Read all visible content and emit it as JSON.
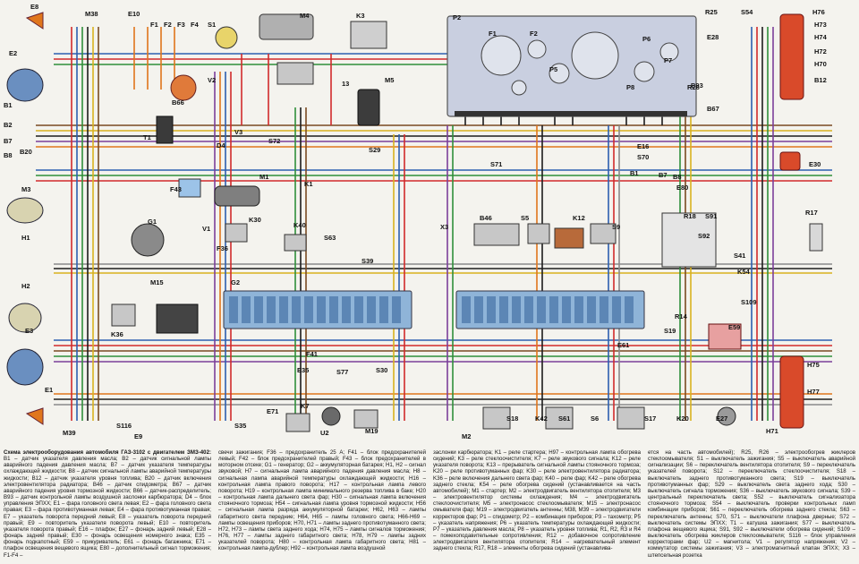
{
  "components": {
    "left": [
      "E8",
      "M38",
      "E10",
      "F1",
      "F2",
      "F3",
      "F4",
      "E2",
      "B1",
      "B2",
      "B7",
      "B8",
      "B20",
      "M3",
      "H1",
      "H2",
      "E3",
      "E1",
      "M39",
      "E9",
      "S116"
    ],
    "center": [
      "S1",
      "M4",
      "K3",
      "M5",
      "13",
      "V2",
      "B66",
      "T1",
      "D4",
      "V3",
      "S72",
      "S29",
      "F43",
      "M1",
      "K1",
      "K30",
      "V1",
      "F36",
      "G1",
      "K40",
      "K36",
      "M15",
      "G2",
      "F41",
      "E35",
      "S77",
      "E71",
      "S35",
      "K7",
      "U2",
      "M19",
      "S63",
      "S39",
      "S30",
      "X3",
      "B46",
      "S5",
      "K12",
      "S9"
    ],
    "right": [
      "P2",
      "F1",
      "F2",
      "P5",
      "P6",
      "P7",
      "P8",
      "R26",
      "R25",
      "S54",
      "E28",
      "H76",
      "H73",
      "H74",
      "H72",
      "H70",
      "B12",
      "B93",
      "B67",
      "S71",
      "E16",
      "S70",
      "B1",
      "B7",
      "B8",
      "E80",
      "E30",
      "R17",
      "R18",
      "S91",
      "S92",
      "S41",
      "K54",
      "S109",
      "R14",
      "E59",
      "E61",
      "S19",
      "S18",
      "K42",
      "S61",
      "S6",
      "S17",
      "K20",
      "M2",
      "E27",
      "H71",
      "H75",
      "H77"
    ]
  },
  "legend": {
    "title": "Схема электрооборудования автомобиля ГАЗ-3102 с двигателем ЗМЗ-402:",
    "columns": [
      "B1 – датчик указателя давления масла; B2 – датчик сигнальной лампы аварийного падения давления масла; B7 – датчик указателя температуры охлаждающей жидкости; B8 – датчик сигнальной лампы аварийной температуры жидкости; B12 – датчик указателя уровня топлива; B20 – датчик включения электровентилятора радиатора; B46 – датчик спидометра; B67 – датчик аварийного падения уровня тормозной жидкости; B66 – датчик-распределитель; B93 – датчик контрольной лампы воздушной заслонки карбюратора; D4 – блок управления ЭПХХ; E1 – фара головного света левая; E2 – фара головного света правая; E3 – фара противотуманная левая; E4 – фара противотуманная правая; E7 – указатель поворота передний левый; E8 – указатель поворота передний правый; E9 – повторитель указателя поворота левый; E10 – повторитель указателя поворота правый; E16 – плафон; E27 – фонарь задний левый; E28 – фонарь задний правый; E30 – фонарь освещения номерного знака; E35 – фонарь подкапотный; E59 – прикуриватель; E61 – фонарь багажника; E71 – плафон освещения вещевого ящика; E80 – дополнительный сигнал торможения; F1-F4 –",
      "свечи зажигания; F36 – предохранитель 25 А; F41 – блок предохранителей левый; F42 – блок предохранителей правый; F43 – блок предохранителей в моторном отсеке; G1 – генератор; G2 – аккумуляторная батарея; H1, H2 – сигнал звуковой; H7 – сигнальная лампа аварийного падения давления масла; H8 – сигнальная лампа аварийной температуры охлаждающей жидкости; H16 – контрольная лампа правого поворота; H17 – контрольная лампа левого поворота; H19 – контрольная лампа минимального резерва топлива в баке; H20 – контрольная лампа дальнего света фар; H30 – сигнальная лампа включения стояночного тормоза; H54 – сигнальная лампа уровня тормозной жидкости; H56 – сигнальная лампа разряда аккумуляторной батареи; H62, H63 – лампы габаритного света передние; H64, H65 – лампы головного света; H66-H69 – лампы освещения приборов; H70, H71 – лампы заднего противотуманного света; H72, H73 – лампы света заднего хода; H74, H75 – лампы сигналов торможения; H76, H77 – лампы заднего габаритного света; H78, H79 – лампы задних указателей поворота; H80 – контрольная лампа габаритного света; H81 – контрольная лампа-дублер; H92 – контрольная лампа воздушной",
      "заслонки карбюратора; K1 – реле стартера; H97 – контрольная лампа обогрева сидений; K3 – реле стеклоочистителя; K7 – реле звукового сигнала; K12 – реле указателя поворота; K13 – прерыватель сигнальной лампы стояночного тормоза; K20 – реле противотуманных фар; K30 – реле электровентилятора радиатора; K36 – реле включения дальнего света фар; K40 – реле фар; K42 – реле обогрева заднего стекла; K54 – реле обогрева сидений (устанавливается на часть автомобилей); M1 – стартер; M2 – электродвигатель вентилятора отопителя; M3 – электровентилятор системы охлаждения; M4 – электродвигатель стеклоочистителя; M5 – электронасос стеклоомывателя; M15 – электронасос омывателя фар; M19 – электродвигатель антенны; M38, M39 – электродвигатели корректоров фар; P1 – спидометр; P2 – комбинация приборов; P3 – тахометр; P5 – указатель напряжения; P6 – указатель температуры охлаждающей жидкости; P7 – указатель давления масла; P8 – указатель уровня топлива; R1, R2, R3 и R4 – помехоподавительные сопротивления; R12 – добавочное сопротивление электродвигателя вентилятора отопителя; R14 – нагревательный элемент заднего стекла; R17, R18 – элементы обогрева сидений (устанавлива-",
      "ется на часть автомобилей); R25, R26 – электрообогрев жиклеров стеклоомывателя; S1 – выключатель зажигания; S5 – выключатель аварийной сигнализации; S6 – переключатель вентилятора отопителя; S9 – переключатель указателей поворота; S12 – переключатель стеклоочистителя; S18 – выключатель заднего противотуманного света; S19 – выключатель противотуманных фар; S29 – выключатель света заднего хода; S30 – выключатель сигнала торможения; S36 – выключатель звукового сигнала; S39 – центральный переключатель света; S52 – выключатель сигнализатора стояночного тормоза; S54 – выключатель проверки контрольных ламп комбинации приборов; S61 – переключатель обогрева заднего стекла; S63 – переключатель антенны; S70, S71 – выключатели плафона дверные; S72 – выключатель системы ЭПХХ; T1 – катушка зажигания; S77 – выключатель плафона вещевого ящика; S91, S92 – выключатели обогрева сидений; S109 – выключатель обогрева жиклеров стеклоомывателя; S116 – блок управления корректорами фар; U2 – магнитола; V1 – регулятор напряжения; V2 – коммутатор системы зажигания; V3 – электромагнитный клапан ЭПХХ; X3 – штепсельная розетка"
    ]
  },
  "colors": {
    "wire_red": "#d12b2b",
    "wire_blue": "#2c5fb0",
    "wire_green": "#2f8f3a",
    "wire_brown": "#7a4a22",
    "wire_yellow": "#d9b21f",
    "wire_gray": "#8a8a8a",
    "wire_violet": "#7b3f9a",
    "wire_black": "#1c1c1c",
    "wire_orange": "#e0761c",
    "fuse_block": "#8fb4d8",
    "cluster_panel": "#c9cfe0",
    "lamp_red": "#d94a2a"
  }
}
